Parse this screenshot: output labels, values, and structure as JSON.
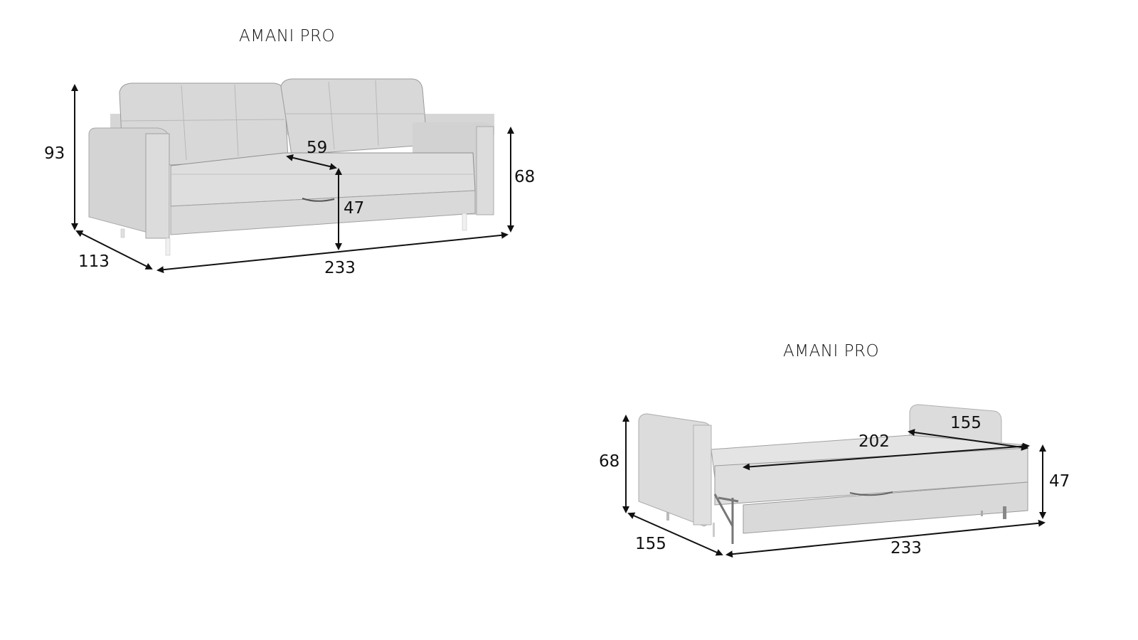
{
  "diagrams": [
    {
      "title": "AMANI PRO",
      "state": "folded",
      "dimensions": {
        "height_total": "93",
        "depth": "113",
        "width": "233",
        "seat_depth": "59",
        "seat_height": "47",
        "armrest_height": "68"
      }
    },
    {
      "title": "AMANI PRO",
      "state": "unfolded",
      "dimensions": {
        "armrest_height": "68",
        "depth": "155",
        "width": "233",
        "sleeping_length": "202",
        "sleeping_width": "155",
        "bed_height": "47"
      }
    }
  ],
  "colors": {
    "background": "#ffffff",
    "upholstery": "#dcdcdc",
    "upholstery_shade": "#cfcfcf",
    "upholstery_light": "#e6e6e6",
    "dimension_lines": "#111111"
  }
}
